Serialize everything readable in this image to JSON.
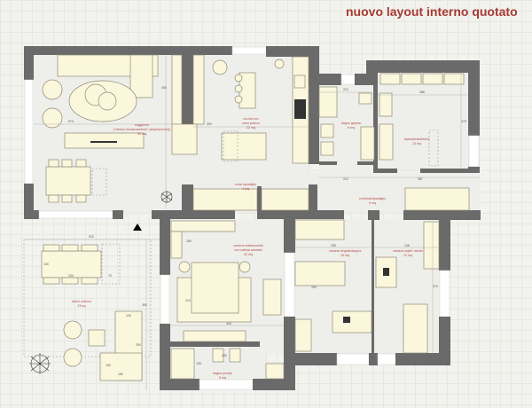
{
  "title": "nuovo layout interno quotato",
  "rooms": {
    "soggiorno": {
      "name": "soggiorno",
      "note": "(\"stanza d'avanzamento\" (ampliamento))",
      "area": "30 mq"
    },
    "cucina": {
      "name": "cucina con",
      "name2": "zona pranzo",
      "area": "22 mq"
    },
    "zona_ripostiglio": {
      "name": "zona ripostiglio",
      "area": "4 mq"
    },
    "bagno_grande": {
      "name": "bagno grande",
      "area": "6 mq"
    },
    "lavanderia": {
      "name": "lavanderia/stireria",
      "area": "13 mq"
    },
    "corridoio": {
      "name": "corridoio/ripostiglio",
      "area": "9 mq"
    },
    "matrimoniale": {
      "name": "camera matrimoniale",
      "name2": "con cabina armadio",
      "area": "20 mq"
    },
    "singola": {
      "name": "camera singola/doppia",
      "area": "15 mq"
    },
    "ospiti": {
      "name": "camera ospiti / studio",
      "area": "12 mq"
    },
    "dehor": {
      "name": "dehor esterno",
      "area": "27mq"
    },
    "bagno_privato": {
      "name": "bagno privato",
      "area": "5 mq"
    }
  },
  "dimensions": {
    "living_width": "570",
    "living_height": "300",
    "kitchen_width": "300",
    "bath_width": "212",
    "laundry_width": "388",
    "laundry_height": "375",
    "corridor_left": "212",
    "corridor_right": "387",
    "dehor_width": "520",
    "dehor_height": "350",
    "dehor_table_width": "230",
    "dehor_table_height": "100",
    "dehor_table_ext": "75",
    "sofa_a": "100",
    "sofa_b": "290",
    "sofa_c": "180",
    "sofa_d": "100",
    "wardrobe_h": "180",
    "bed_h": "210",
    "master_width": "440",
    "bath_private_sink": "440",
    "bath_private_h": "135",
    "single_width": "299",
    "single_h": "200",
    "guest_width": "246",
    "guest_h": "370"
  }
}
